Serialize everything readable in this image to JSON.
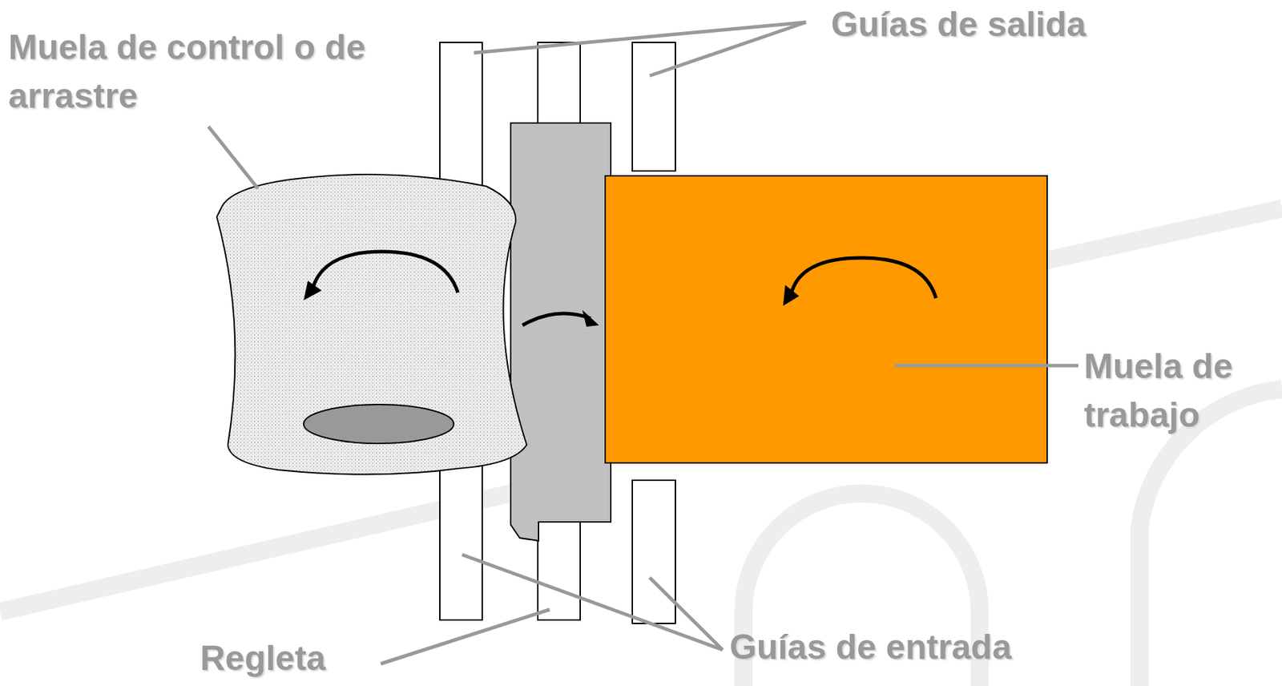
{
  "diagram": {
    "labels": [
      "Muela de control o de arrastre",
      "Guías de salida",
      "Muela de trabajo",
      "Regleta",
      "Guías de entrada"
    ]
  }
}
